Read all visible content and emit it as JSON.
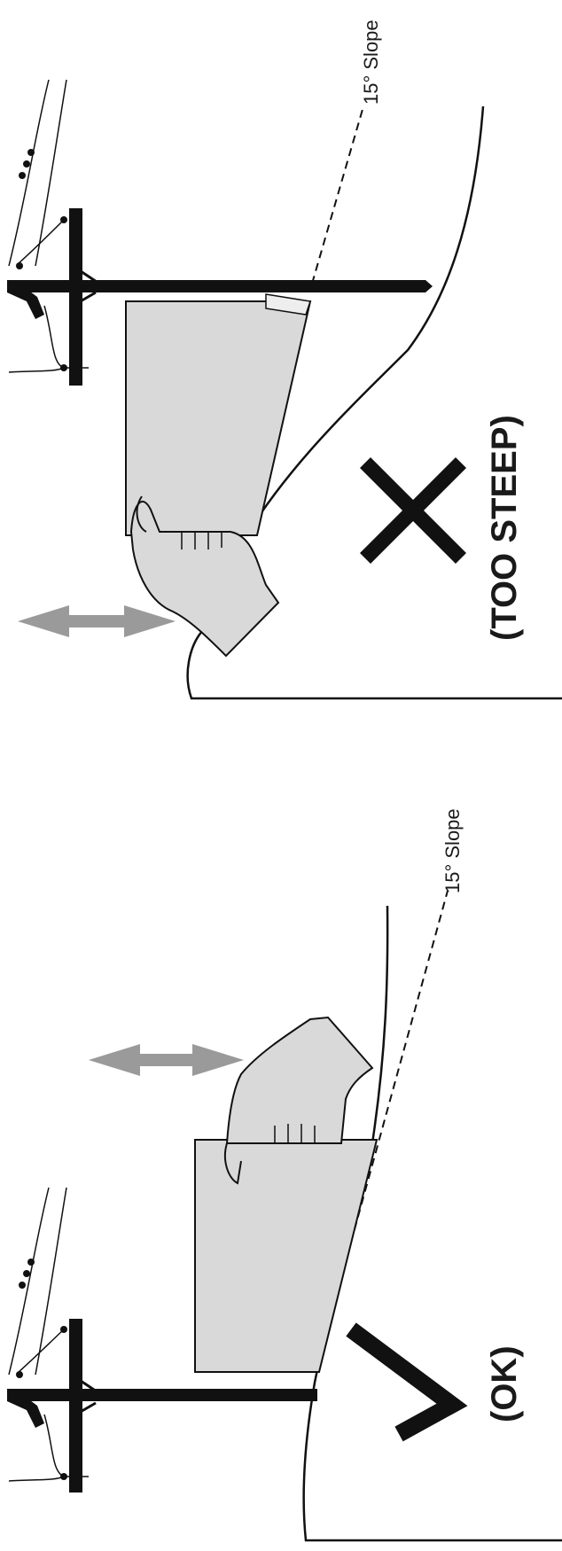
{
  "panels": [
    {
      "id": "too-steep",
      "slope_label": "15° Slope",
      "verdict_label": "(TOO STEEP)",
      "verdict_mark": "x-mark"
    },
    {
      "id": "ok",
      "slope_label": "15° Slope",
      "verdict_label": "(OK)",
      "verdict_mark": "check-mark"
    }
  ],
  "colors": {
    "ink": "#111111",
    "panel_fill": "#d9d9d9",
    "arrow_gray": "#9a9a9a"
  }
}
